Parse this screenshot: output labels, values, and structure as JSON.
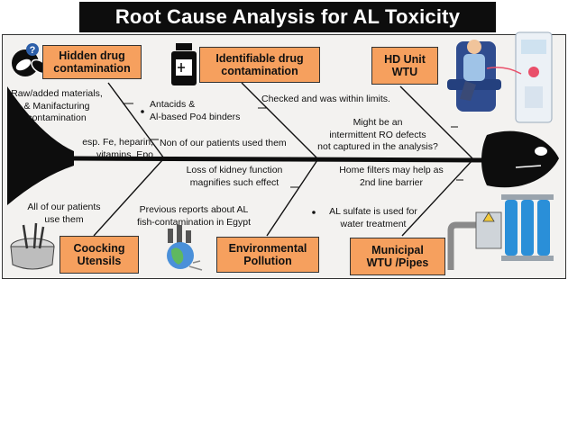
{
  "title": "Root Cause Analysis for AL Toxicity",
  "colors": {
    "box": "#f6a05e",
    "line": "#111111",
    "panel": "#f3f2f0",
    "title_bg": "#0d0d0d"
  },
  "causes": {
    "hidden_drug": "Hidden drug\ncontamination",
    "identifiable_drug": "Identifiable drug\ncontamination",
    "hd_unit": "HD Unit\nWTU",
    "cooking": "Coocking\nUtensils",
    "environmental": "Environmental\nPollution",
    "municipal": "Municipal\nWTU /Pipes"
  },
  "notes": {
    "raw_materials": "Raw/added materials,\n& Manifacturing\ncontamination",
    "esp_fe": "esp. Fe, heparin,\nvitamins, Epo",
    "antacids": "Antacids &\nAl-based Po4 binders",
    "non_used": "Non of our patients used them",
    "checked": "Checked and was within limits.",
    "ro_defects": "Might be an\nintermittent RO defects\nnot captured in the analysis?",
    "all_use": "All of our patients\nuse them",
    "kidney": "Loss of kidney function\nmagnifies such effect",
    "previous": "Previous reports about AL\nfish-contamination in Egypt",
    "home_filters": "Home filters may help as\n2nd line barrier",
    "al_sulfate": "AL sulfate is used for\nwater treatment"
  },
  "icons": {
    "pills": "pills-question-icon",
    "medicine": "medicine-bottle-icon",
    "patient": "dialysis-patient-icon",
    "pot": "cooking-pot-icon",
    "earth": "polluted-earth-icon",
    "plant": "water-treatment-plant-icon",
    "fish_tail": "fish-tail-icon",
    "fish_head": "fish-head-icon"
  }
}
